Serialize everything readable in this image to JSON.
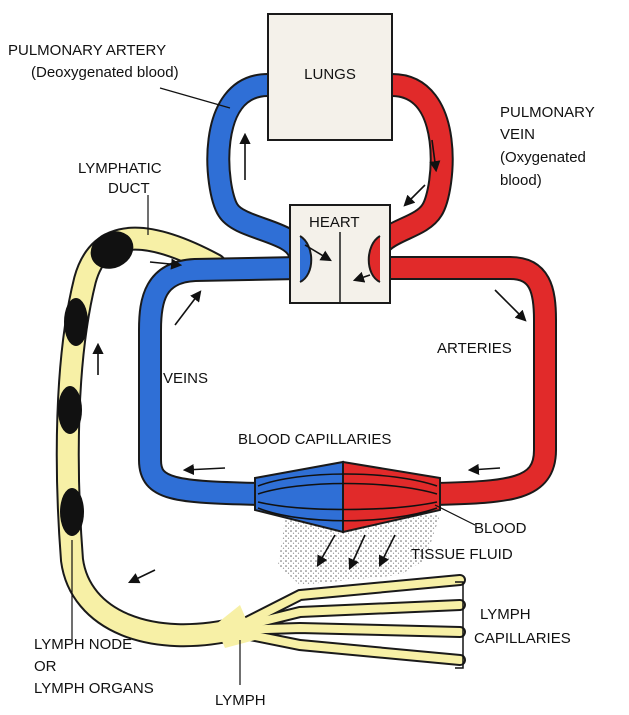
{
  "labels": {
    "pulmonary_artery": "PULMONARY ARTERY",
    "deoxygenated": "(Deoxygenated blood)",
    "lungs": "LUNGS",
    "pulmonary_vein_1": "PULMONARY",
    "pulmonary_vein_2": "VEIN",
    "oxygenated_1": "(Oxygenated",
    "oxygenated_2": "blood)",
    "lymphatic_duct_1": "LYMPHATIC",
    "lymphatic_duct_2": "DUCT",
    "heart": "HEART",
    "arteries": "ARTERIES",
    "veins": "VEINS",
    "blood_capillaries": "BLOOD CAPILLARIES",
    "blood": "BLOOD",
    "tissue_fluid": "TISSUE FLUID",
    "lymph_capillaries_1": "LYMPH",
    "lymph_capillaries_2": "CAPILLARIES",
    "lymph_node_1": "LYMPH NODE",
    "lymph_node_2": "OR",
    "lymph_node_3": "LYMPH ORGANS",
    "lymph": "LYMPH"
  },
  "colors": {
    "deoxygenated": "#2f6fd6",
    "oxygenated": "#e12a2a",
    "lymph": "#f7f0a6",
    "outline": "#1a1a1a",
    "node": "#111111"
  }
}
